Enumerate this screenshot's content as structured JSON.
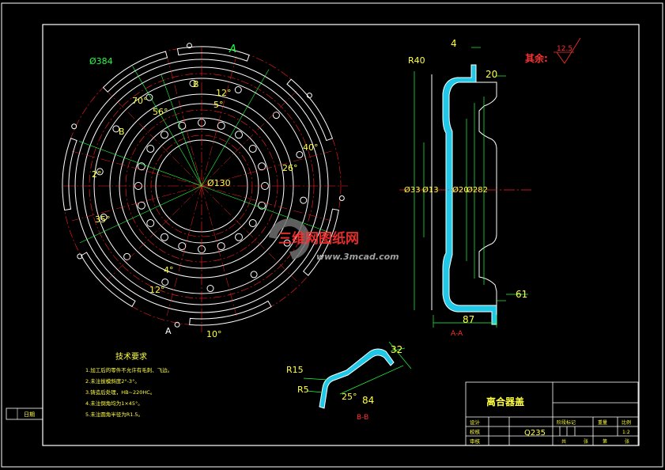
{
  "colors": {
    "background": "#000000",
    "frame": "#ffffff",
    "outline": "#ffffff",
    "centerline": "#ff2020",
    "dimension": "#20ff40",
    "text_white": "#ffffff",
    "text_yellow": "#ffff40",
    "section_fill": "#20c8e8",
    "accent_red": "#ff3030"
  },
  "front_view": {
    "dims": {
      "d384": "Ø384",
      "d130": "Ø130",
      "a70": "70°",
      "a56": "56°",
      "a12": "12°",
      "a5": "5°",
      "a40": "40°",
      "a26": "26°",
      "a2": "2°",
      "a35": "35°",
      "a4": "4°",
      "a12b": "12°",
      "a10": "10°",
      "lB1": "B",
      "lB2": "B",
      "lA1": "A",
      "lA2": "A"
    }
  },
  "section_aa": {
    "label": "A-A",
    "dims": {
      "r40": "R40",
      "n4": "4",
      "n20": "20",
      "d33": "Ø33",
      "d13": "Ø13",
      "d20": "Ø20",
      "d282": "Ø282",
      "n61": "61",
      "n87": "87"
    }
  },
  "section_bb": {
    "label": "B-B",
    "dims": {
      "r15": "R15",
      "r5": "R5",
      "a25": "25°",
      "n84": "84",
      "n32": "32"
    }
  },
  "roughness": {
    "label": "其余:",
    "value": "12.5"
  },
  "tech_req": {
    "title": "技术要求",
    "items": [
      "1.加工后的零件不允许有毛刺、飞边。",
      "2.未注拔模斜度2°-3°。",
      "3.铸造后处理，HB~220HC。",
      "4.未注倒角均为1×45°。",
      "5.未注圆角半径为R1.5。"
    ]
  },
  "title_block": {
    "part_name": "离合器盖",
    "material": "Q235",
    "row_labels": [
      "设计",
      "校核",
      "审核"
    ],
    "head_labels": [
      "阶段标记",
      "重量",
      "比例"
    ],
    "scale": "1:2",
    "sheet_labels": [
      "共",
      "张",
      "第",
      "张"
    ]
  },
  "side_box": {
    "label": "日期"
  },
  "watermark": {
    "name": "三维网图纸网",
    "url": "www.3mcad.com"
  }
}
